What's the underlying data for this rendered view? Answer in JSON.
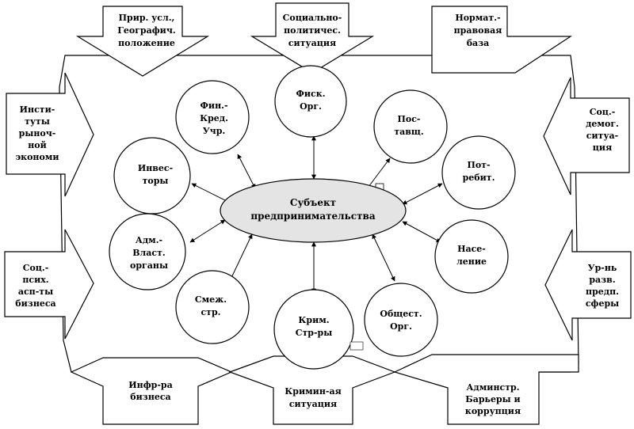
{
  "external_factors": {
    "top": [
      [
        "Прир.  усл.,",
        "Географич.",
        "положение"
      ],
      [
        "Социально-",
        "политичес.",
        "ситуация"
      ],
      [
        "Нормат.-",
        "правовая",
        "база"
      ]
    ],
    "left": [
      [
        "Инсти-",
        "туты",
        "рыноч-",
        "ной",
        "экономи"
      ],
      [
        "Соц.-",
        "псих.",
        "асп-ты",
        "бизнеса"
      ]
    ],
    "right": [
      [
        "Соц.-",
        "демог.",
        "ситуа-",
        "ция"
      ],
      [
        "Ур-нь",
        "разв.",
        "предп.",
        "сферы"
      ]
    ],
    "bottom": [
      [
        "Инфр-ра",
        "бизнеса"
      ],
      [
        "Кримин-ая",
        "ситуация"
      ],
      [
        "Админстр.",
        "Барьеры  и",
        "коррупция"
      ]
    ]
  },
  "center": [
    "Субъект",
    "предпринимательства"
  ],
  "actors": [
    [
      "Фин.-",
      "Кред.",
      "Учр."
    ],
    [
      "Фиск.",
      "Орг."
    ],
    [
      "Пос-",
      "тавщ."
    ],
    [
      "Инвес-",
      "торы"
    ],
    [
      "Пот-",
      "ребит."
    ],
    [
      "Адм.-",
      "Власт.",
      "органы"
    ],
    [
      "Насе-",
      "ление"
    ],
    [
      "Смеж.",
      "стр."
    ],
    [
      "Крим.",
      "Стр-ры"
    ],
    [
      "Общест.",
      "Орг."
    ]
  ]
}
